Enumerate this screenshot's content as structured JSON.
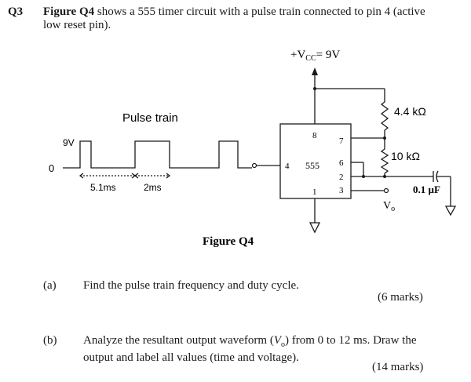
{
  "question": {
    "number": "Q3",
    "stem_ref": "Figure Q4",
    "stem_line1_rest": " shows a 555 timer circuit with a pulse train connected to pin 4  (active",
    "stem_line2": "low reset pin)."
  },
  "figure": {
    "caption": "Figure Q4",
    "vcc_label": "+V",
    "vcc_sub": "CC",
    "vcc_value": "= 9V",
    "pulse_title": "Pulse train",
    "level_high": "9V",
    "level_low": "0",
    "t_low": "5.1ms",
    "t_high": "2ms",
    "ic_name": "555",
    "pins": {
      "p8": "8",
      "p7": "7",
      "p6": "6",
      "p2": "2",
      "p3": "3",
      "p1": "1",
      "p4": "4"
    },
    "r1": "4.4 kΩ",
    "r2": "10 kΩ",
    "cap": "0.1 µF",
    "vout": "V",
    "vout_sub": "o"
  },
  "parts": [
    {
      "label": "(a)",
      "text": "Find the pulse train frequency and duty cycle.",
      "marks": "(6 marks)"
    },
    {
      "label": "(b)",
      "text_pre": "Analyze the resultant output waveform (",
      "text_var": "V",
      "text_sub": "o",
      "text_post": ") from 0 to 12 ms.  Draw the",
      "text_line2": "output and label all values (time and voltage).",
      "marks": "(14 marks)"
    }
  ]
}
